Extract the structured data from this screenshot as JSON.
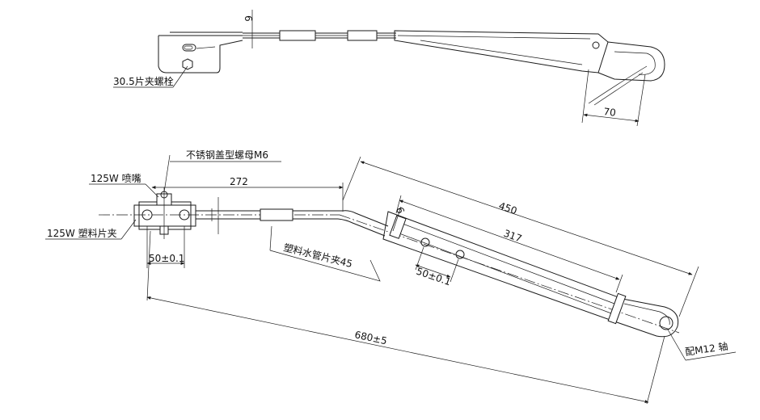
{
  "labels": {
    "bolt": "30.5片夹螺栓",
    "dim_70": "70",
    "dim_6_top": "6",
    "nut": "不锈钢盖型螺母M6",
    "nozzle": "125W 喷嘴",
    "plastic_clip": "125W 塑料片夹",
    "dim_272": "272",
    "dim_450": "450",
    "dim_317": "317",
    "dim_6_mid": "6",
    "dim_50a": "50±0.1",
    "dim_50b": "50±0.1",
    "hose_clip": "塑料水管片夹45",
    "dim_680": "680±5",
    "shaft": "配M12 轴"
  }
}
